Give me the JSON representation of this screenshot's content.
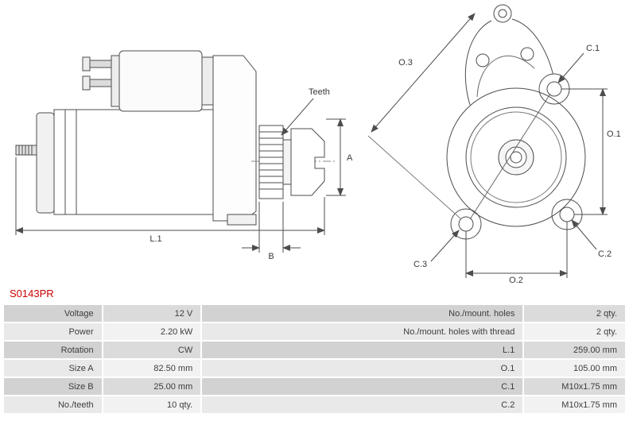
{
  "part_number": "S0143PR",
  "colors": {
    "part_number": "#cc0000",
    "line": "#4d4d4d"
  },
  "diagram": {
    "labels": {
      "teeth": "Teeth",
      "a": "A",
      "l1": "L.1",
      "b": "B",
      "o3": "O.3",
      "c1": "C.1",
      "o1": "O.1",
      "c2": "C.2",
      "c3": "C.3",
      "o2": "O.2"
    }
  },
  "table": {
    "rows": [
      {
        "c0": "Voltage",
        "c1": "12 V",
        "c2": "No./mount. holes",
        "c3": "2 qty."
      },
      {
        "c0": "Power",
        "c1": "2.20 kW",
        "c2": "No./mount. holes with thread",
        "c3": "2 qty."
      },
      {
        "c0": "Rotation",
        "c1": "CW",
        "c2": "L.1",
        "c3": "259.00 mm"
      },
      {
        "c0": "Size A",
        "c1": "82.50 mm",
        "c2": "O.1",
        "c3": "105.00 mm"
      },
      {
        "c0": "Size B",
        "c1": "25.00 mm",
        "c2": "C.1",
        "c3": "M10x1.75 mm"
      },
      {
        "c0": "No./teeth",
        "c1": "10 qty.",
        "c2": "C.2",
        "c3": "M10x1.75 mm"
      }
    ]
  }
}
